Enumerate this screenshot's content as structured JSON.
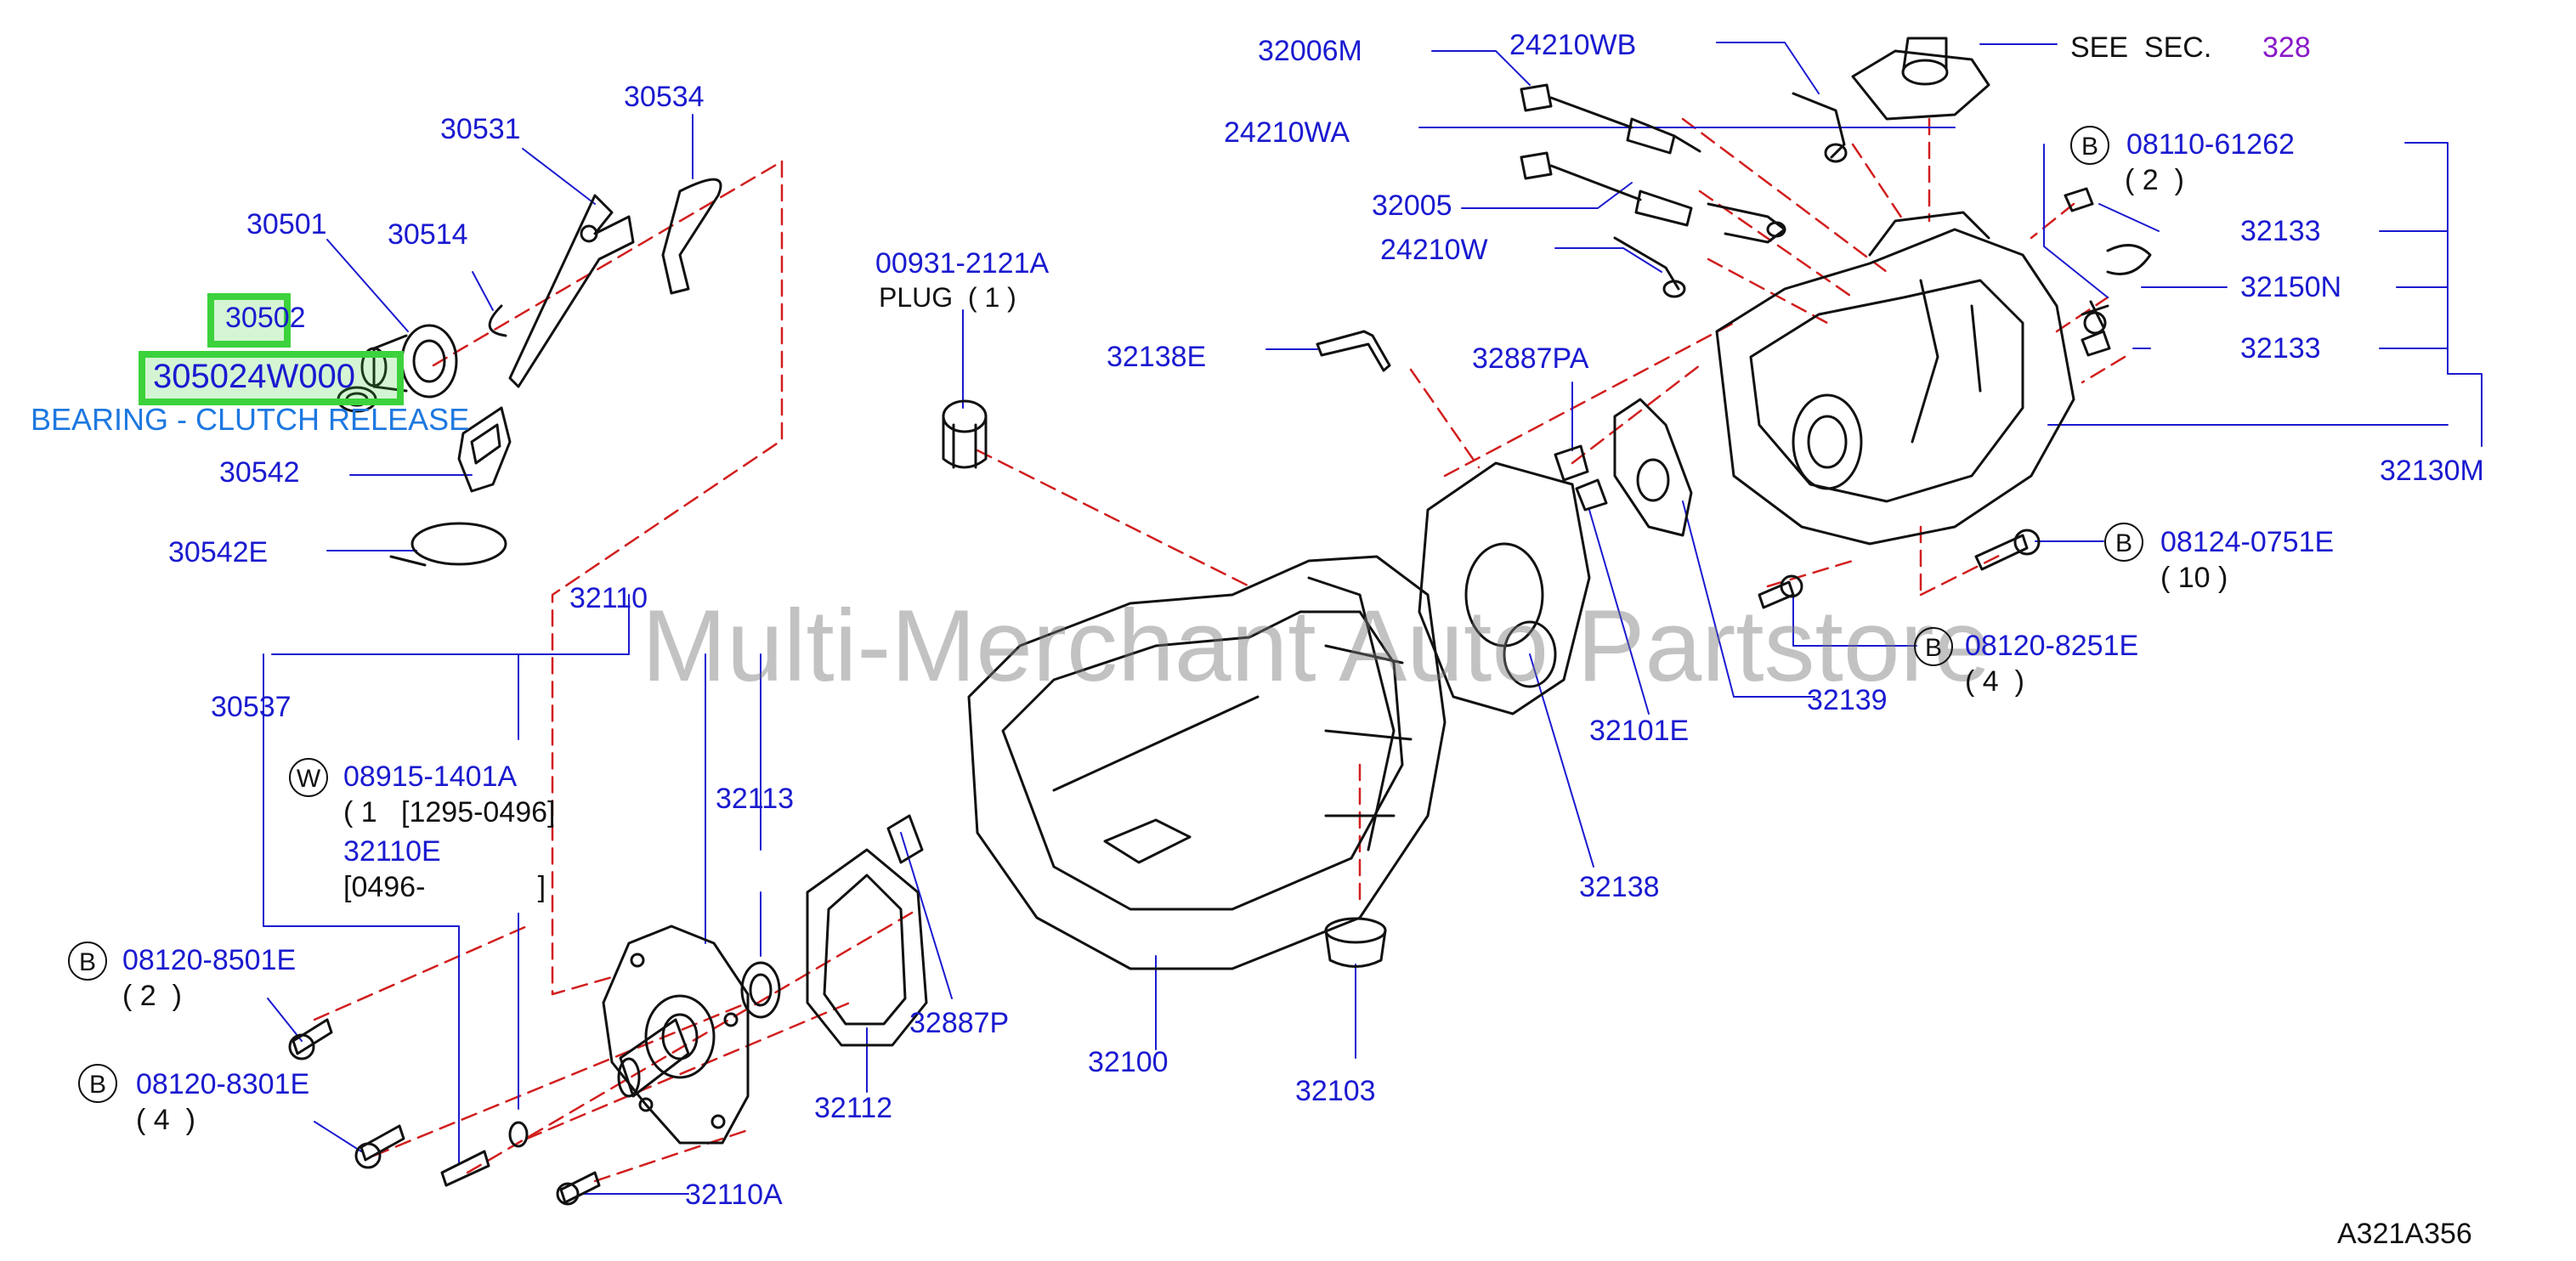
{
  "watermark": "Multi-Merchant Auto Partstore",
  "diagram_code": "A321A356",
  "see_sec": {
    "text": "SEE  SEC.",
    "num": "328"
  },
  "highlight": {
    "part": "30502",
    "code": "305024W000",
    "desc": "BEARING - CLUTCH RELEASE"
  },
  "labels": {
    "p32006M": "32006M",
    "p24210WB": "24210WB",
    "p24210WA": "24210WA",
    "p32005": "32005",
    "p24210W": "24210W",
    "p08110_61262": "08110-61262",
    "q2a": "( 2  )",
    "p32133a": "32133",
    "p32150N": "32150N",
    "p32133b": "32133",
    "p32130M": "32130M",
    "p08124_0751E": "08124-0751E",
    "q10": "( 10 )",
    "p08120_8251E": "08120-8251E",
    "q4a": "( 4  )",
    "p32139": "32139",
    "p32101E": "32101E",
    "p32138": "32138",
    "p32887PA": "32887PA",
    "p32138E": "32138E",
    "p00931_2121A": "00931-2121A",
    "plug": "PLUG  ( 1 )",
    "p30534": "30534",
    "p30531": "30531",
    "p30501": "30501",
    "p30514": "30514",
    "p30542": "30542",
    "p30542E": "30542E",
    "p32110": "32110",
    "p30537": "30537",
    "p08915_1401A": "08915-1401A",
    "q1": "( 1   [1295-0496]",
    "p32110E": "32110E",
    "range": "[0496-              ]",
    "p32113": "32113",
    "p08120_8501E": "08120-8501E",
    "q2b": "( 2  )",
    "p08120_8301E": "08120-8301E",
    "q4b": "( 4  )",
    "p32112": "32112",
    "p32887P": "32887P",
    "p32100": "32100",
    "p32103": "32103",
    "p32110A": "32110A"
  },
  "circle_marks": {
    "b": "B",
    "w": "W"
  }
}
